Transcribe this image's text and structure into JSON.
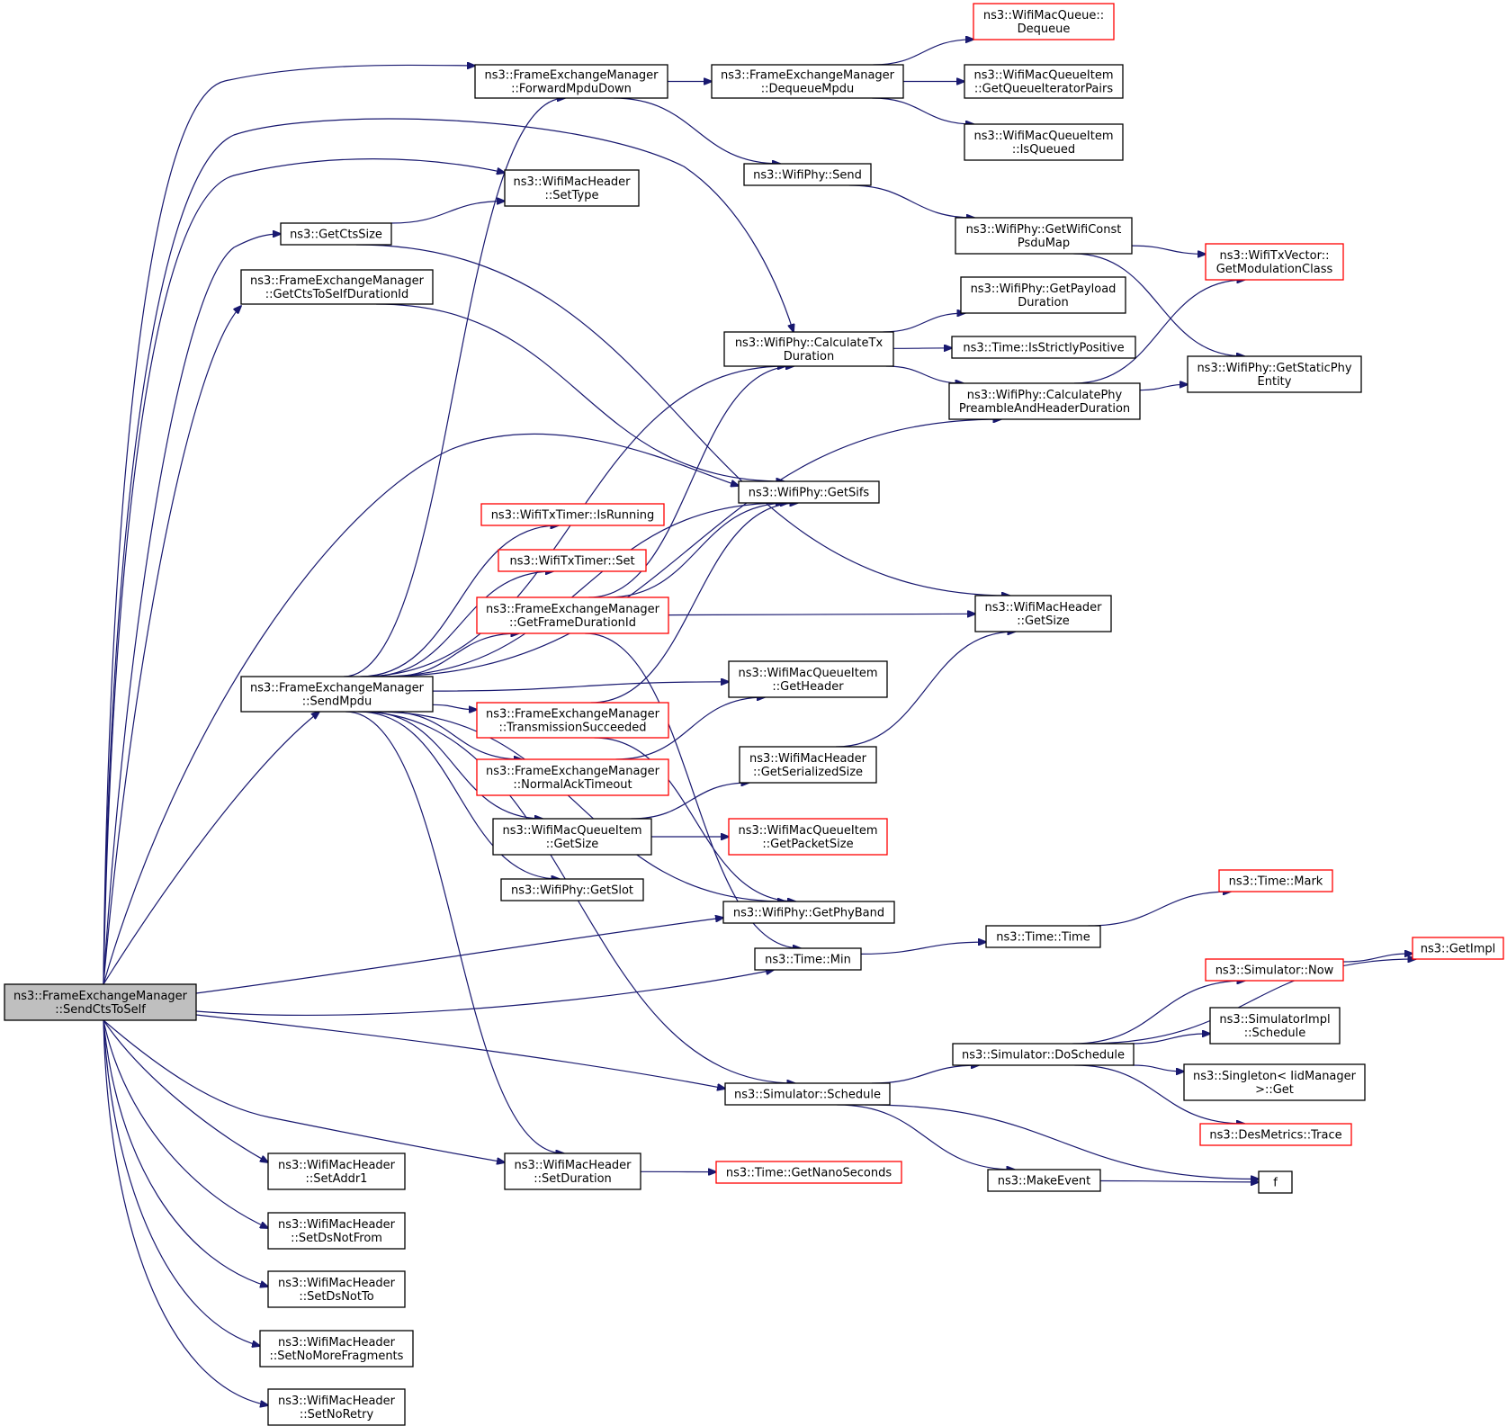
{
  "colors": {
    "edge": "#191970",
    "node_border": "#000000",
    "node_border_truncated": "#ff0000",
    "root_fill": "#bfbfbf",
    "node_fill": "#ffffff"
  },
  "nodes": [
    {
      "id": "SendCtsToSelf",
      "lines": [
        "ns3::FrameExchangeManager",
        "::SendCtsToSelf"
      ],
      "style": "root"
    },
    {
      "id": "ForwardMpduDown",
      "lines": [
        "ns3::FrameExchangeManager",
        "::ForwardMpduDown"
      ],
      "style": "normal"
    },
    {
      "id": "DequeueMpdu",
      "lines": [
        "ns3::FrameExchangeManager",
        "::DequeueMpdu"
      ],
      "style": "normal"
    },
    {
      "id": "WifiMacQueueDequeue",
      "lines": [
        "ns3::WifiMacQueue::",
        "Dequeue"
      ],
      "style": "truncated"
    },
    {
      "id": "GetQueueIteratorPairs",
      "lines": [
        "ns3::WifiMacQueueItem",
        "::GetQueueIteratorPairs"
      ],
      "style": "normal"
    },
    {
      "id": "IsQueued",
      "lines": [
        "ns3::WifiMacQueueItem",
        "::IsQueued"
      ],
      "style": "normal"
    },
    {
      "id": "WifiPhySend",
      "lines": [
        "ns3::WifiPhy::Send"
      ],
      "style": "normal"
    },
    {
      "id": "GetWifiConstPsduMap",
      "lines": [
        "ns3::WifiPhy::GetWifiConst",
        "PsduMap"
      ],
      "style": "normal"
    },
    {
      "id": "GetModulationClass",
      "lines": [
        "ns3::WifiTxVector::",
        "GetModulationClass"
      ],
      "style": "truncated"
    },
    {
      "id": "GetStaticPhyEntity",
      "lines": [
        "ns3::WifiPhy::GetStaticPhy",
        "Entity"
      ],
      "style": "normal"
    },
    {
      "id": "SetType",
      "lines": [
        "ns3::WifiMacHeader",
        "::SetType"
      ],
      "style": "normal"
    },
    {
      "id": "GetCtsSize",
      "lines": [
        "ns3::GetCtsSize"
      ],
      "style": "normal"
    },
    {
      "id": "GetCtsToSelfDurationId",
      "lines": [
        "ns3::FrameExchangeManager",
        "::GetCtsToSelfDurationId"
      ],
      "style": "normal"
    },
    {
      "id": "GetPayloadDuration",
      "lines": [
        "ns3::WifiPhy::GetPayload",
        "Duration"
      ],
      "style": "normal"
    },
    {
      "id": "CalculateTxDuration",
      "lines": [
        "ns3::WifiPhy::CalculateTx",
        "Duration"
      ],
      "style": "normal"
    },
    {
      "id": "IsStrictlyPositive",
      "lines": [
        "ns3::Time::IsStrictlyPositive"
      ],
      "style": "normal"
    },
    {
      "id": "CalculatePhyPreamble",
      "lines": [
        "ns3::WifiPhy::CalculatePhy",
        "PreambleAndHeaderDuration"
      ],
      "style": "normal"
    },
    {
      "id": "GetSifs",
      "lines": [
        "ns3::WifiPhy::GetSifs"
      ],
      "style": "normal"
    },
    {
      "id": "IsRunning",
      "lines": [
        "ns3::WifiTxTimer::IsRunning"
      ],
      "style": "truncated"
    },
    {
      "id": "TimerSet",
      "lines": [
        "ns3::WifiTxTimer::Set"
      ],
      "style": "truncated"
    },
    {
      "id": "GetFrameDurationId",
      "lines": [
        "ns3::FrameExchangeManager",
        "::GetFrameDurationId"
      ],
      "style": "truncated"
    },
    {
      "id": "HeaderGetSize",
      "lines": [
        "ns3::WifiMacHeader",
        "::GetSize"
      ],
      "style": "normal"
    },
    {
      "id": "SendMpdu",
      "lines": [
        "ns3::FrameExchangeManager",
        "::SendMpdu"
      ],
      "style": "normal"
    },
    {
      "id": "GetHeader",
      "lines": [
        "ns3::WifiMacQueueItem",
        "::GetHeader"
      ],
      "style": "normal"
    },
    {
      "id": "TransmissionSucceeded",
      "lines": [
        "ns3::FrameExchangeManager",
        "::TransmissionSucceeded"
      ],
      "style": "truncated"
    },
    {
      "id": "GetSerializedSize",
      "lines": [
        "ns3::WifiMacHeader",
        "::GetSerializedSize"
      ],
      "style": "normal"
    },
    {
      "id": "NormalAckTimeout",
      "lines": [
        "ns3::FrameExchangeManager",
        "::NormalAckTimeout"
      ],
      "style": "truncated"
    },
    {
      "id": "ItemGetSize",
      "lines": [
        "ns3::WifiMacQueueItem",
        "::GetSize"
      ],
      "style": "normal"
    },
    {
      "id": "GetPacketSize",
      "lines": [
        "ns3::WifiMacQueueItem",
        "::GetPacketSize"
      ],
      "style": "truncated"
    },
    {
      "id": "GetSlot",
      "lines": [
        "ns3::WifiPhy::GetSlot"
      ],
      "style": "normal"
    },
    {
      "id": "TimeMark",
      "lines": [
        "ns3::Time::Mark"
      ],
      "style": "truncated"
    },
    {
      "id": "GetPhyBand",
      "lines": [
        "ns3::WifiPhy::GetPhyBand"
      ],
      "style": "normal"
    },
    {
      "id": "TimeTime",
      "lines": [
        "ns3::Time::Time"
      ],
      "style": "normal"
    },
    {
      "id": "GetImpl",
      "lines": [
        "ns3::GetImpl"
      ],
      "style": "truncated"
    },
    {
      "id": "TimeMin",
      "lines": [
        "ns3::Time::Min"
      ],
      "style": "normal"
    },
    {
      "id": "SimulatorNow",
      "lines": [
        "ns3::Simulator::Now"
      ],
      "style": "truncated"
    },
    {
      "id": "SimulatorImplSchedule",
      "lines": [
        "ns3::SimulatorImpl",
        "::Schedule"
      ],
      "style": "normal"
    },
    {
      "id": "DoSchedule",
      "lines": [
        "ns3::Simulator::DoSchedule"
      ],
      "style": "normal"
    },
    {
      "id": "SingletonGet",
      "lines": [
        "ns3::Singleton< IidManager",
        " >::Get"
      ],
      "style": "normal"
    },
    {
      "id": "SimulatorSchedule",
      "lines": [
        "ns3::Simulator::Schedule"
      ],
      "style": "normal"
    },
    {
      "id": "DesMetricsTrace",
      "lines": [
        "ns3::DesMetrics::Trace"
      ],
      "style": "truncated"
    },
    {
      "id": "SetAddr1",
      "lines": [
        "ns3::WifiMacHeader",
        "::SetAddr1"
      ],
      "style": "normal"
    },
    {
      "id": "SetDuration",
      "lines": [
        "ns3::WifiMacHeader",
        "::SetDuration"
      ],
      "style": "normal"
    },
    {
      "id": "GetNanoSeconds",
      "lines": [
        "ns3::Time::GetNanoSeconds"
      ],
      "style": "truncated"
    },
    {
      "id": "MakeEvent",
      "lines": [
        "ns3::MakeEvent"
      ],
      "style": "normal"
    },
    {
      "id": "f",
      "lines": [
        "f"
      ],
      "style": "normal"
    },
    {
      "id": "SetDsNotFrom",
      "lines": [
        "ns3::WifiMacHeader",
        "::SetDsNotFrom"
      ],
      "style": "normal"
    },
    {
      "id": "SetDsNotTo",
      "lines": [
        "ns3::WifiMacHeader",
        "::SetDsNotTo"
      ],
      "style": "normal"
    },
    {
      "id": "SetNoMoreFragments",
      "lines": [
        "ns3::WifiMacHeader",
        "::SetNoMoreFragments"
      ],
      "style": "normal"
    },
    {
      "id": "SetNoRetry",
      "lines": [
        "ns3::WifiMacHeader",
        "::SetNoRetry"
      ],
      "style": "normal"
    }
  ],
  "edges": [
    [
      "SendCtsToSelf",
      "ForwardMpduDown"
    ],
    [
      "SendCtsToSelf",
      "CalculateTxDuration"
    ],
    [
      "SendCtsToSelf",
      "SetType"
    ],
    [
      "SendCtsToSelf",
      "GetCtsSize"
    ],
    [
      "SendCtsToSelf",
      "GetCtsToSelfDurationId"
    ],
    [
      "SendCtsToSelf",
      "GetSifs"
    ],
    [
      "SendCtsToSelf",
      "SendMpdu"
    ],
    [
      "SendCtsToSelf",
      "GetPhyBand"
    ],
    [
      "SendCtsToSelf",
      "TimeMin"
    ],
    [
      "SendCtsToSelf",
      "SimulatorSchedule"
    ],
    [
      "SendCtsToSelf",
      "SetAddr1"
    ],
    [
      "SendCtsToSelf",
      "SetDuration"
    ],
    [
      "SendCtsToSelf",
      "SetDsNotFrom"
    ],
    [
      "SendCtsToSelf",
      "SetDsNotTo"
    ],
    [
      "SendCtsToSelf",
      "SetNoMoreFragments"
    ],
    [
      "SendCtsToSelf",
      "SetNoRetry"
    ],
    [
      "ForwardMpduDown",
      "DequeueMpdu"
    ],
    [
      "ForwardMpduDown",
      "WifiPhySend"
    ],
    [
      "DequeueMpdu",
      "WifiMacQueueDequeue"
    ],
    [
      "DequeueMpdu",
      "GetQueueIteratorPairs"
    ],
    [
      "DequeueMpdu",
      "IsQueued"
    ],
    [
      "WifiPhySend",
      "GetWifiConstPsduMap"
    ],
    [
      "GetWifiConstPsduMap",
      "GetModulationClass"
    ],
    [
      "GetWifiConstPsduMap",
      "GetStaticPhyEntity"
    ],
    [
      "GetCtsSize",
      "SetType"
    ],
    [
      "GetCtsSize",
      "HeaderGetSize"
    ],
    [
      "GetCtsToSelfDurationId",
      "GetSifs"
    ],
    [
      "CalculateTxDuration",
      "GetPayloadDuration"
    ],
    [
      "CalculateTxDuration",
      "IsStrictlyPositive"
    ],
    [
      "CalculateTxDuration",
      "CalculatePhyPreamble"
    ],
    [
      "CalculatePhyPreamble",
      "GetModulationClass"
    ],
    [
      "CalculatePhyPreamble",
      "GetStaticPhyEntity"
    ],
    [
      "SendMpdu",
      "ForwardMpduDown"
    ],
    [
      "SendMpdu",
      "CalculateTxDuration"
    ],
    [
      "SendMpdu",
      "CalculatePhyPreamble"
    ],
    [
      "SendMpdu",
      "GetSifs"
    ],
    [
      "SendMpdu",
      "IsRunning"
    ],
    [
      "SendMpdu",
      "TimerSet"
    ],
    [
      "SendMpdu",
      "GetFrameDurationId"
    ],
    [
      "SendMpdu",
      "GetHeader"
    ],
    [
      "SendMpdu",
      "TransmissionSucceeded"
    ],
    [
      "SendMpdu",
      "NormalAckTimeout"
    ],
    [
      "SendMpdu",
      "ItemGetSize"
    ],
    [
      "SendMpdu",
      "GetSlot"
    ],
    [
      "SendMpdu",
      "GetPhyBand"
    ],
    [
      "SendMpdu",
      "SimulatorSchedule"
    ],
    [
      "SendMpdu",
      "SetDuration"
    ],
    [
      "GetFrameDurationId",
      "CalculateTxDuration"
    ],
    [
      "GetFrameDurationId",
      "GetSifs"
    ],
    [
      "GetFrameDurationId",
      "HeaderGetSize"
    ],
    [
      "GetFrameDurationId",
      "TimeMin"
    ],
    [
      "TransmissionSucceeded",
      "GetSifs"
    ],
    [
      "TransmissionSucceeded",
      "GetPhyBand"
    ],
    [
      "NormalAckTimeout",
      "GetHeader"
    ],
    [
      "ItemGetSize",
      "GetSerializedSize"
    ],
    [
      "ItemGetSize",
      "GetPacketSize"
    ],
    [
      "GetSerializedSize",
      "HeaderGetSize"
    ],
    [
      "TimeMin",
      "TimeTime"
    ],
    [
      "TimeTime",
      "TimeMark"
    ],
    [
      "SimulatorSchedule",
      "DoSchedule"
    ],
    [
      "SimulatorSchedule",
      "MakeEvent"
    ],
    [
      "SimulatorSchedule",
      "f"
    ],
    [
      "DoSchedule",
      "GetImpl"
    ],
    [
      "DoSchedule",
      "SimulatorNow"
    ],
    [
      "DoSchedule",
      "SimulatorImplSchedule"
    ],
    [
      "DoSchedule",
      "SingletonGet"
    ],
    [
      "DoSchedule",
      "DesMetricsTrace"
    ],
    [
      "SimulatorNow",
      "GetImpl"
    ],
    [
      "SetDuration",
      "GetNanoSeconds"
    ],
    [
      "MakeEvent",
      "f"
    ]
  ]
}
